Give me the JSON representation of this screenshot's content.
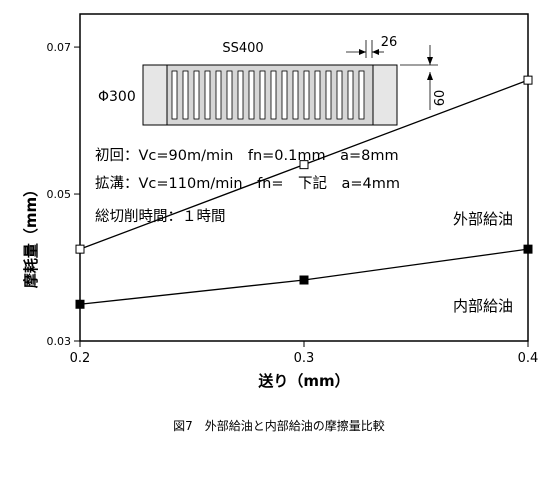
{
  "chart_data": {
    "type": "line",
    "x": [
      0.2,
      0.3,
      0.4
    ],
    "x_ticks": [
      "0.2",
      "0.3",
      "0.4"
    ],
    "y_ticks": [
      "0.03",
      "0.05",
      "0.07"
    ],
    "xlim": [
      0.2,
      0.4
    ],
    "ylim": [
      0.03,
      0.0745
    ],
    "xlabel": "送り（mm）",
    "ylabel": "摩耗量（mm）",
    "grid": false,
    "series": [
      {
        "name": "外部給油",
        "marker": "open-square",
        "color": "#000000",
        "values": [
          0.0425,
          0.054,
          0.0655
        ]
      },
      {
        "name": "内部給油",
        "marker": "filled-square",
        "color": "#000000",
        "values": [
          0.035,
          0.0383,
          0.0425
        ]
      }
    ],
    "annotations": {
      "workpiece_material": "SS400",
      "diameter_label": "Φ300",
      "groove_dim": "26",
      "height_dim": "60",
      "condition_line1": "初回：Vc=90m/min　fn=0.1mm　a=8mm",
      "condition_line2": "拡溝：Vc=110m/min　fn=　下記　a=4mm",
      "condition_line3": "総切削時間：１時間"
    }
  },
  "caption": "図7　外部給油と内部給油の摩擦量比較"
}
